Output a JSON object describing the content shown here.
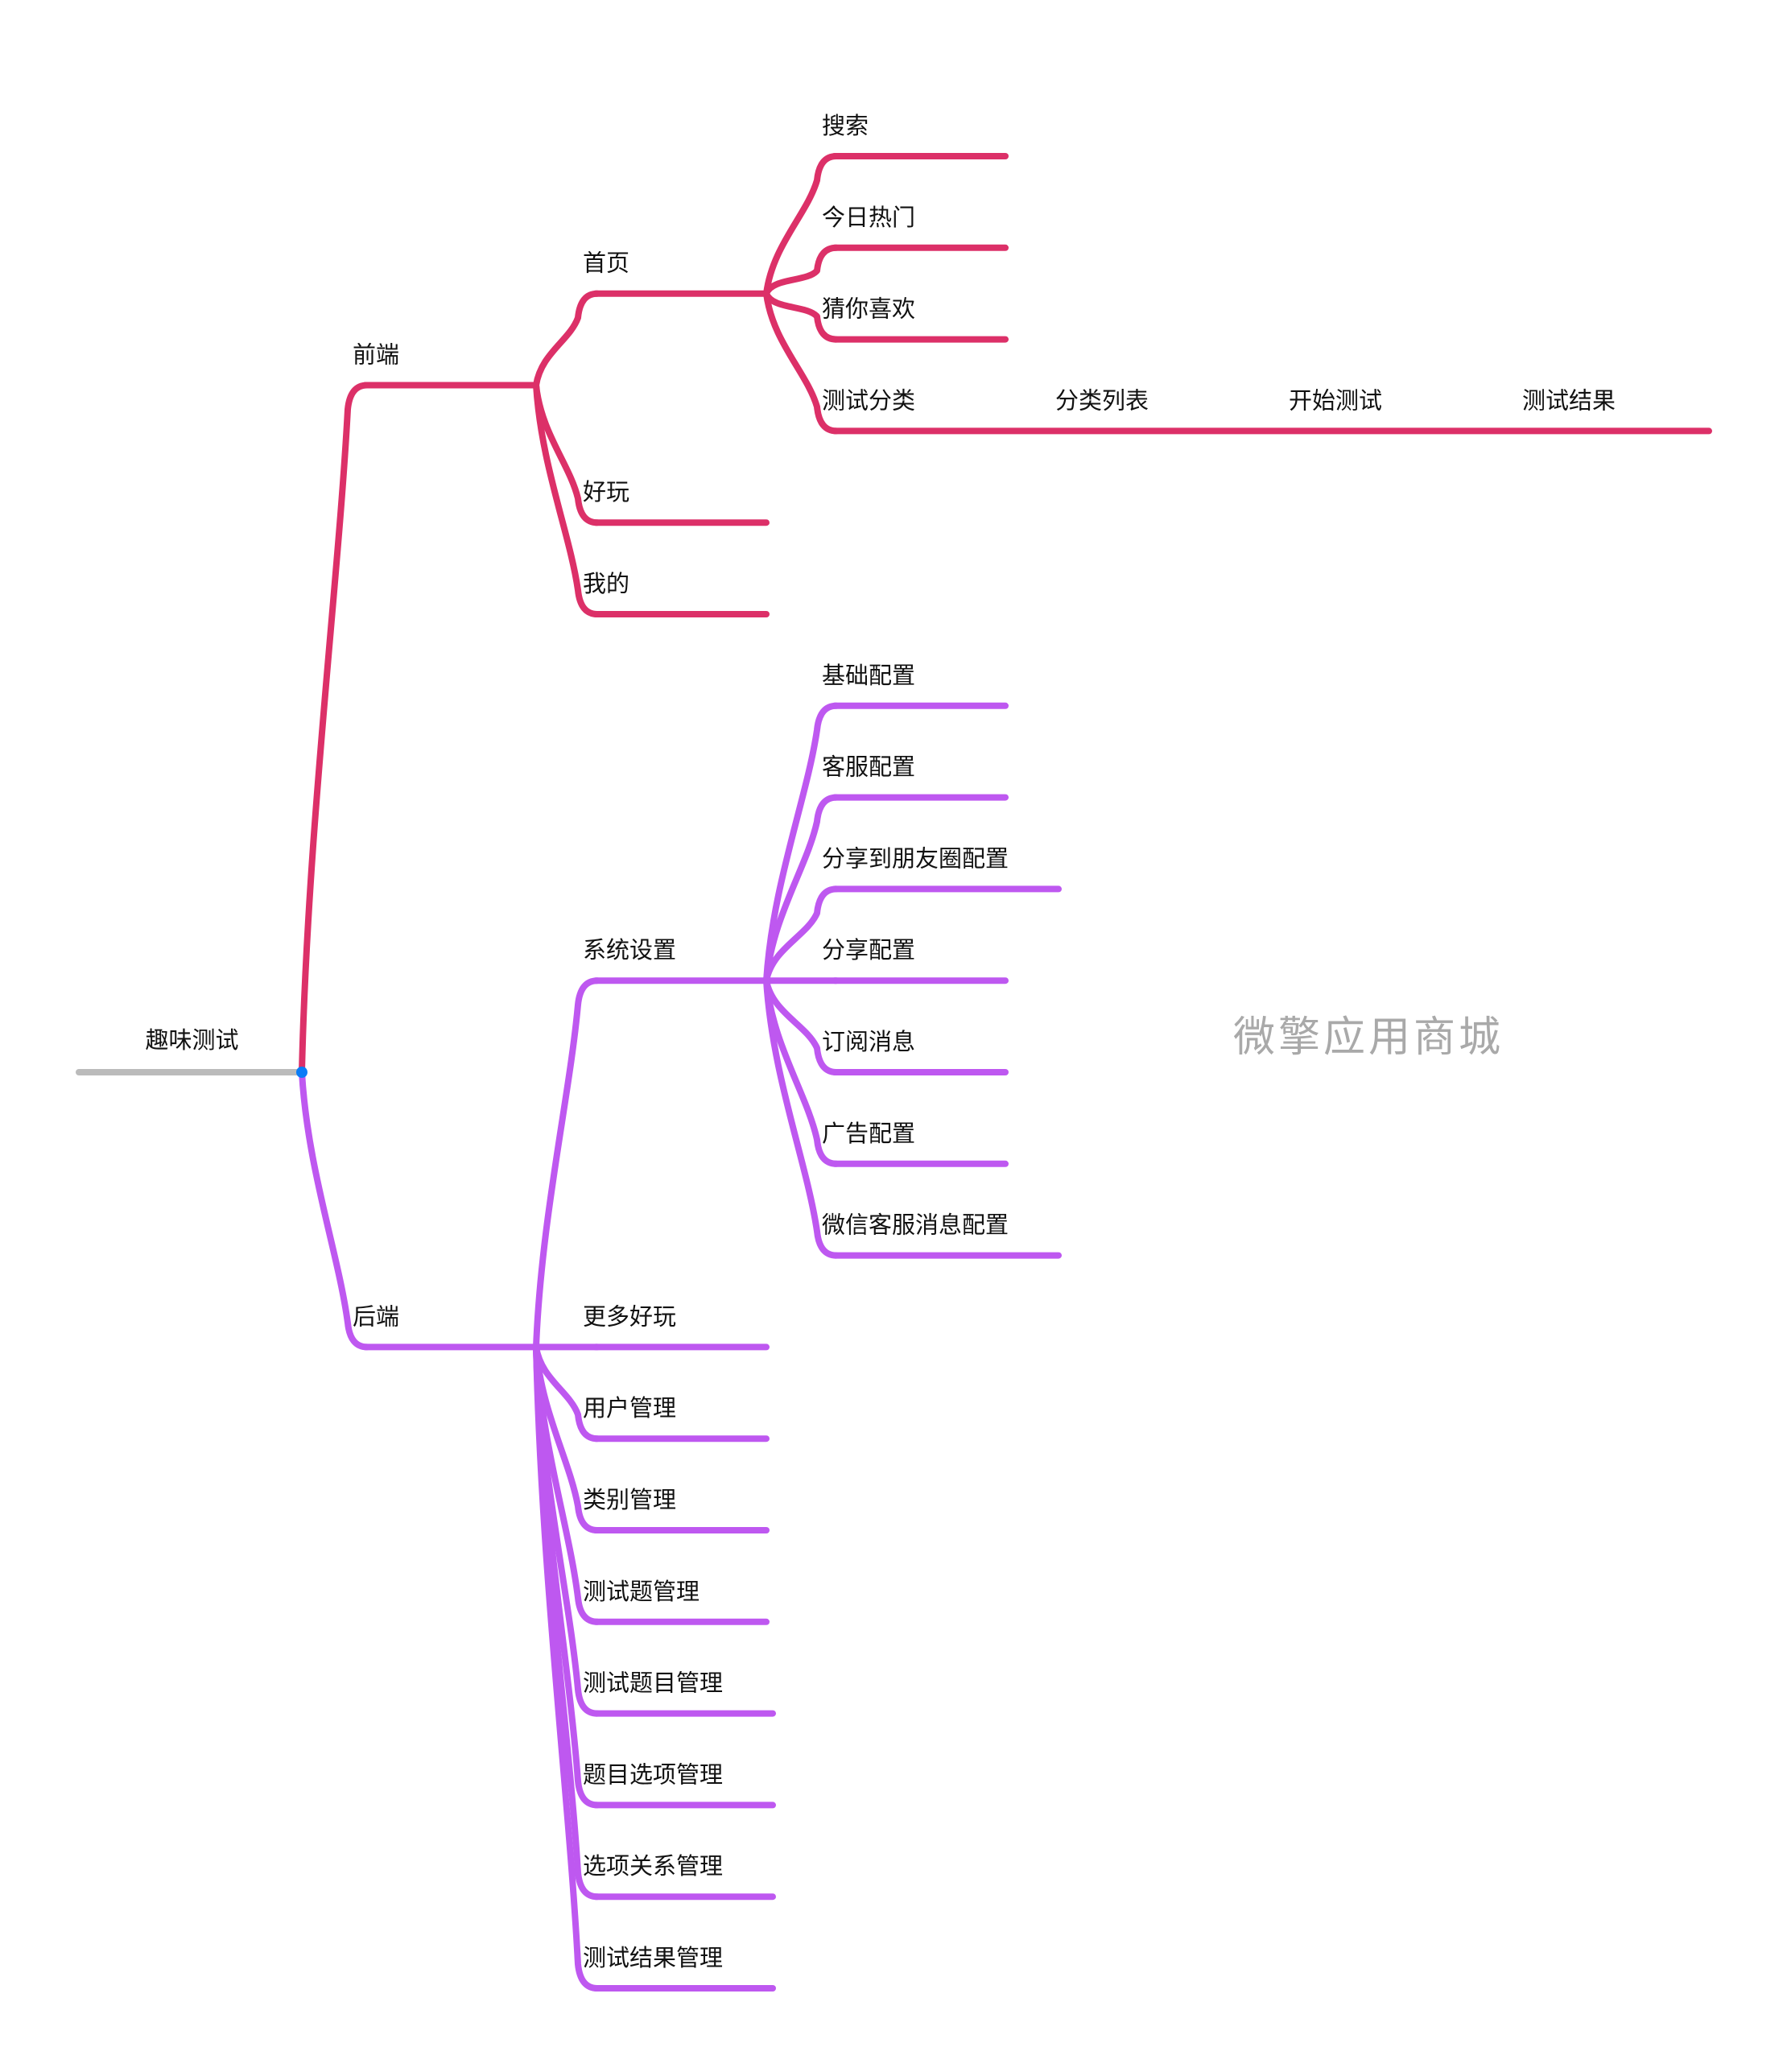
{
  "colors": {
    "root_line": "#BBBBBB",
    "root_dot": "#0A7CF7",
    "frontend": "#DC3068",
    "backend": "#BE58F0",
    "text": "#111111",
    "watermark": "#A9A9A9"
  },
  "watermark": "微擎应用商城",
  "mindmap": {
    "root": {
      "label": "趣味测试",
      "children": [
        {
          "label": "前端",
          "color_key": "frontend",
          "children": [
            {
              "label": "首页",
              "children": [
                {
                  "label": "搜索"
                },
                {
                  "label": "今日热门"
                },
                {
                  "label": "猜你喜欢"
                },
                {
                  "label": "测试分类",
                  "chain": [
                    "分类列表",
                    "开始测试",
                    "测试结果"
                  ]
                }
              ]
            },
            {
              "label": "好玩"
            },
            {
              "label": "我的"
            }
          ]
        },
        {
          "label": "后端",
          "color_key": "backend",
          "children": [
            {
              "label": "系统设置",
              "children": [
                {
                  "label": "基础配置"
                },
                {
                  "label": "客服配置"
                },
                {
                  "label": "分享到朋友圈配置"
                },
                {
                  "label": "分享配置"
                },
                {
                  "label": "订阅消息"
                },
                {
                  "label": "广告配置"
                },
                {
                  "label": "微信客服消息配置"
                }
              ]
            },
            {
              "label": "更多好玩"
            },
            {
              "label": "用户管理"
            },
            {
              "label": "类别管理"
            },
            {
              "label": "测试题管理"
            },
            {
              "label": "测试题目管理"
            },
            {
              "label": "题目选项管理"
            },
            {
              "label": "选项关系管理"
            },
            {
              "label": "测试结果管理"
            }
          ]
        }
      ]
    }
  }
}
